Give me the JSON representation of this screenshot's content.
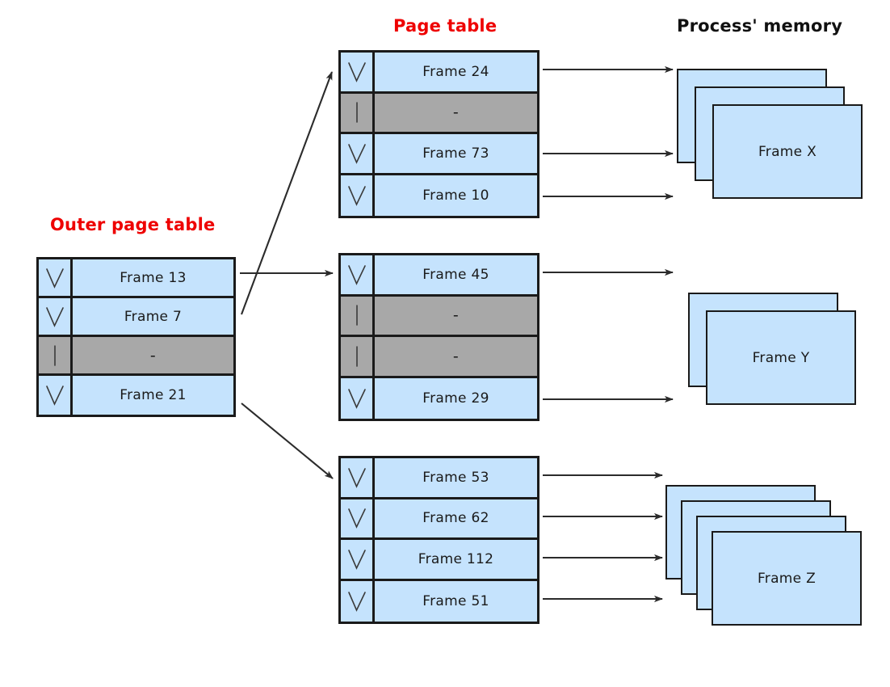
{
  "diagram": {
    "type": "two-level-paging",
    "titles": {
      "outer_page_table": "Outer page table",
      "page_table": "Page table",
      "process_memory": "Process' memory"
    },
    "colors": {
      "valid_fill": "#c5e3fd",
      "invalid_fill": "#a8a8a8",
      "border": "#1a1a1a",
      "title_red": "#ee0000",
      "title_black": "#111111",
      "arrow": "#2b2b2b"
    },
    "glyphs": {
      "valid": "valid-check-v",
      "invalid": "invalid-bar"
    },
    "outer_page_table": {
      "name": "Outer page table",
      "entries": [
        {
          "valid": true,
          "flag": "V",
          "frame": "Frame 13"
        },
        {
          "valid": true,
          "flag": "V",
          "frame": "Frame 7"
        },
        {
          "valid": false,
          "flag": "|",
          "frame": "-"
        },
        {
          "valid": true,
          "flag": "V",
          "frame": "Frame 21"
        }
      ]
    },
    "page_tables": [
      {
        "id": "page-table-1",
        "entries": [
          {
            "valid": true,
            "flag": "V",
            "frame": "Frame 24"
          },
          {
            "valid": false,
            "flag": "|",
            "frame": "-"
          },
          {
            "valid": true,
            "flag": "V",
            "frame": "Frame 73"
          },
          {
            "valid": true,
            "flag": "V",
            "frame": "Frame 10"
          }
        ]
      },
      {
        "id": "page-table-2",
        "entries": [
          {
            "valid": true,
            "flag": "V",
            "frame": "Frame 45"
          },
          {
            "valid": false,
            "flag": "|",
            "frame": "-"
          },
          {
            "valid": false,
            "flag": "|",
            "frame": "-"
          },
          {
            "valid": true,
            "flag": "V",
            "frame": "Frame 29"
          }
        ]
      },
      {
        "id": "page-table-3",
        "entries": [
          {
            "valid": true,
            "flag": "V",
            "frame": "Frame 53"
          },
          {
            "valid": true,
            "flag": "V",
            "frame": "Frame 62"
          },
          {
            "valid": true,
            "flag": "V",
            "frame": "Frame 112"
          },
          {
            "valid": true,
            "flag": "V",
            "frame": "Frame 51"
          }
        ]
      }
    ],
    "memory_stacks": [
      {
        "id": "mem-stack-x",
        "label": "Frame X",
        "cards": 3
      },
      {
        "id": "mem-stack-y",
        "label": "Frame Y",
        "cards": 2
      },
      {
        "id": "mem-stack-z",
        "label": "Frame Z",
        "cards": 4
      }
    ],
    "arrows": [
      {
        "name": "arrow-outer-row2-to-page-table-1",
        "from": "outer.entry.2",
        "to": "page-table-1",
        "style": "diagonal-up"
      },
      {
        "name": "arrow-outer-row1-to-page-table-2",
        "from": "outer.entry.1",
        "to": "page-table-2",
        "style": "horizontal"
      },
      {
        "name": "arrow-outer-row4-to-page-table-3",
        "from": "outer.entry.4",
        "to": "page-table-3",
        "style": "diagonal-down"
      },
      {
        "name": "arrow-pt1-row1-to-memory",
        "from": "page-table-1.entry.1",
        "to": "mem-stack-x",
        "style": "horizontal"
      },
      {
        "name": "arrow-pt1-row3-to-memory",
        "from": "page-table-1.entry.3",
        "to": "mem-stack-x",
        "style": "horizontal"
      },
      {
        "name": "arrow-pt1-row4-to-memory",
        "from": "page-table-1.entry.4",
        "to": "mem-stack-x",
        "style": "horizontal"
      },
      {
        "name": "arrow-pt2-row1-to-memory",
        "from": "page-table-2.entry.1",
        "to": "mem-stack-y",
        "style": "horizontal"
      },
      {
        "name": "arrow-pt2-row4-to-memory",
        "from": "page-table-2.entry.4",
        "to": "mem-stack-y",
        "style": "horizontal"
      },
      {
        "name": "arrow-pt3-row1-to-memory",
        "from": "page-table-3.entry.1",
        "to": "mem-stack-z",
        "style": "horizontal"
      },
      {
        "name": "arrow-pt3-row2-to-memory",
        "from": "page-table-3.entry.2",
        "to": "mem-stack-z",
        "style": "horizontal"
      },
      {
        "name": "arrow-pt3-row3-to-memory",
        "from": "page-table-3.entry.3",
        "to": "mem-stack-z",
        "style": "horizontal"
      },
      {
        "name": "arrow-pt3-row4-to-memory",
        "from": "page-table-3.entry.4",
        "to": "mem-stack-z",
        "style": "horizontal"
      }
    ]
  }
}
